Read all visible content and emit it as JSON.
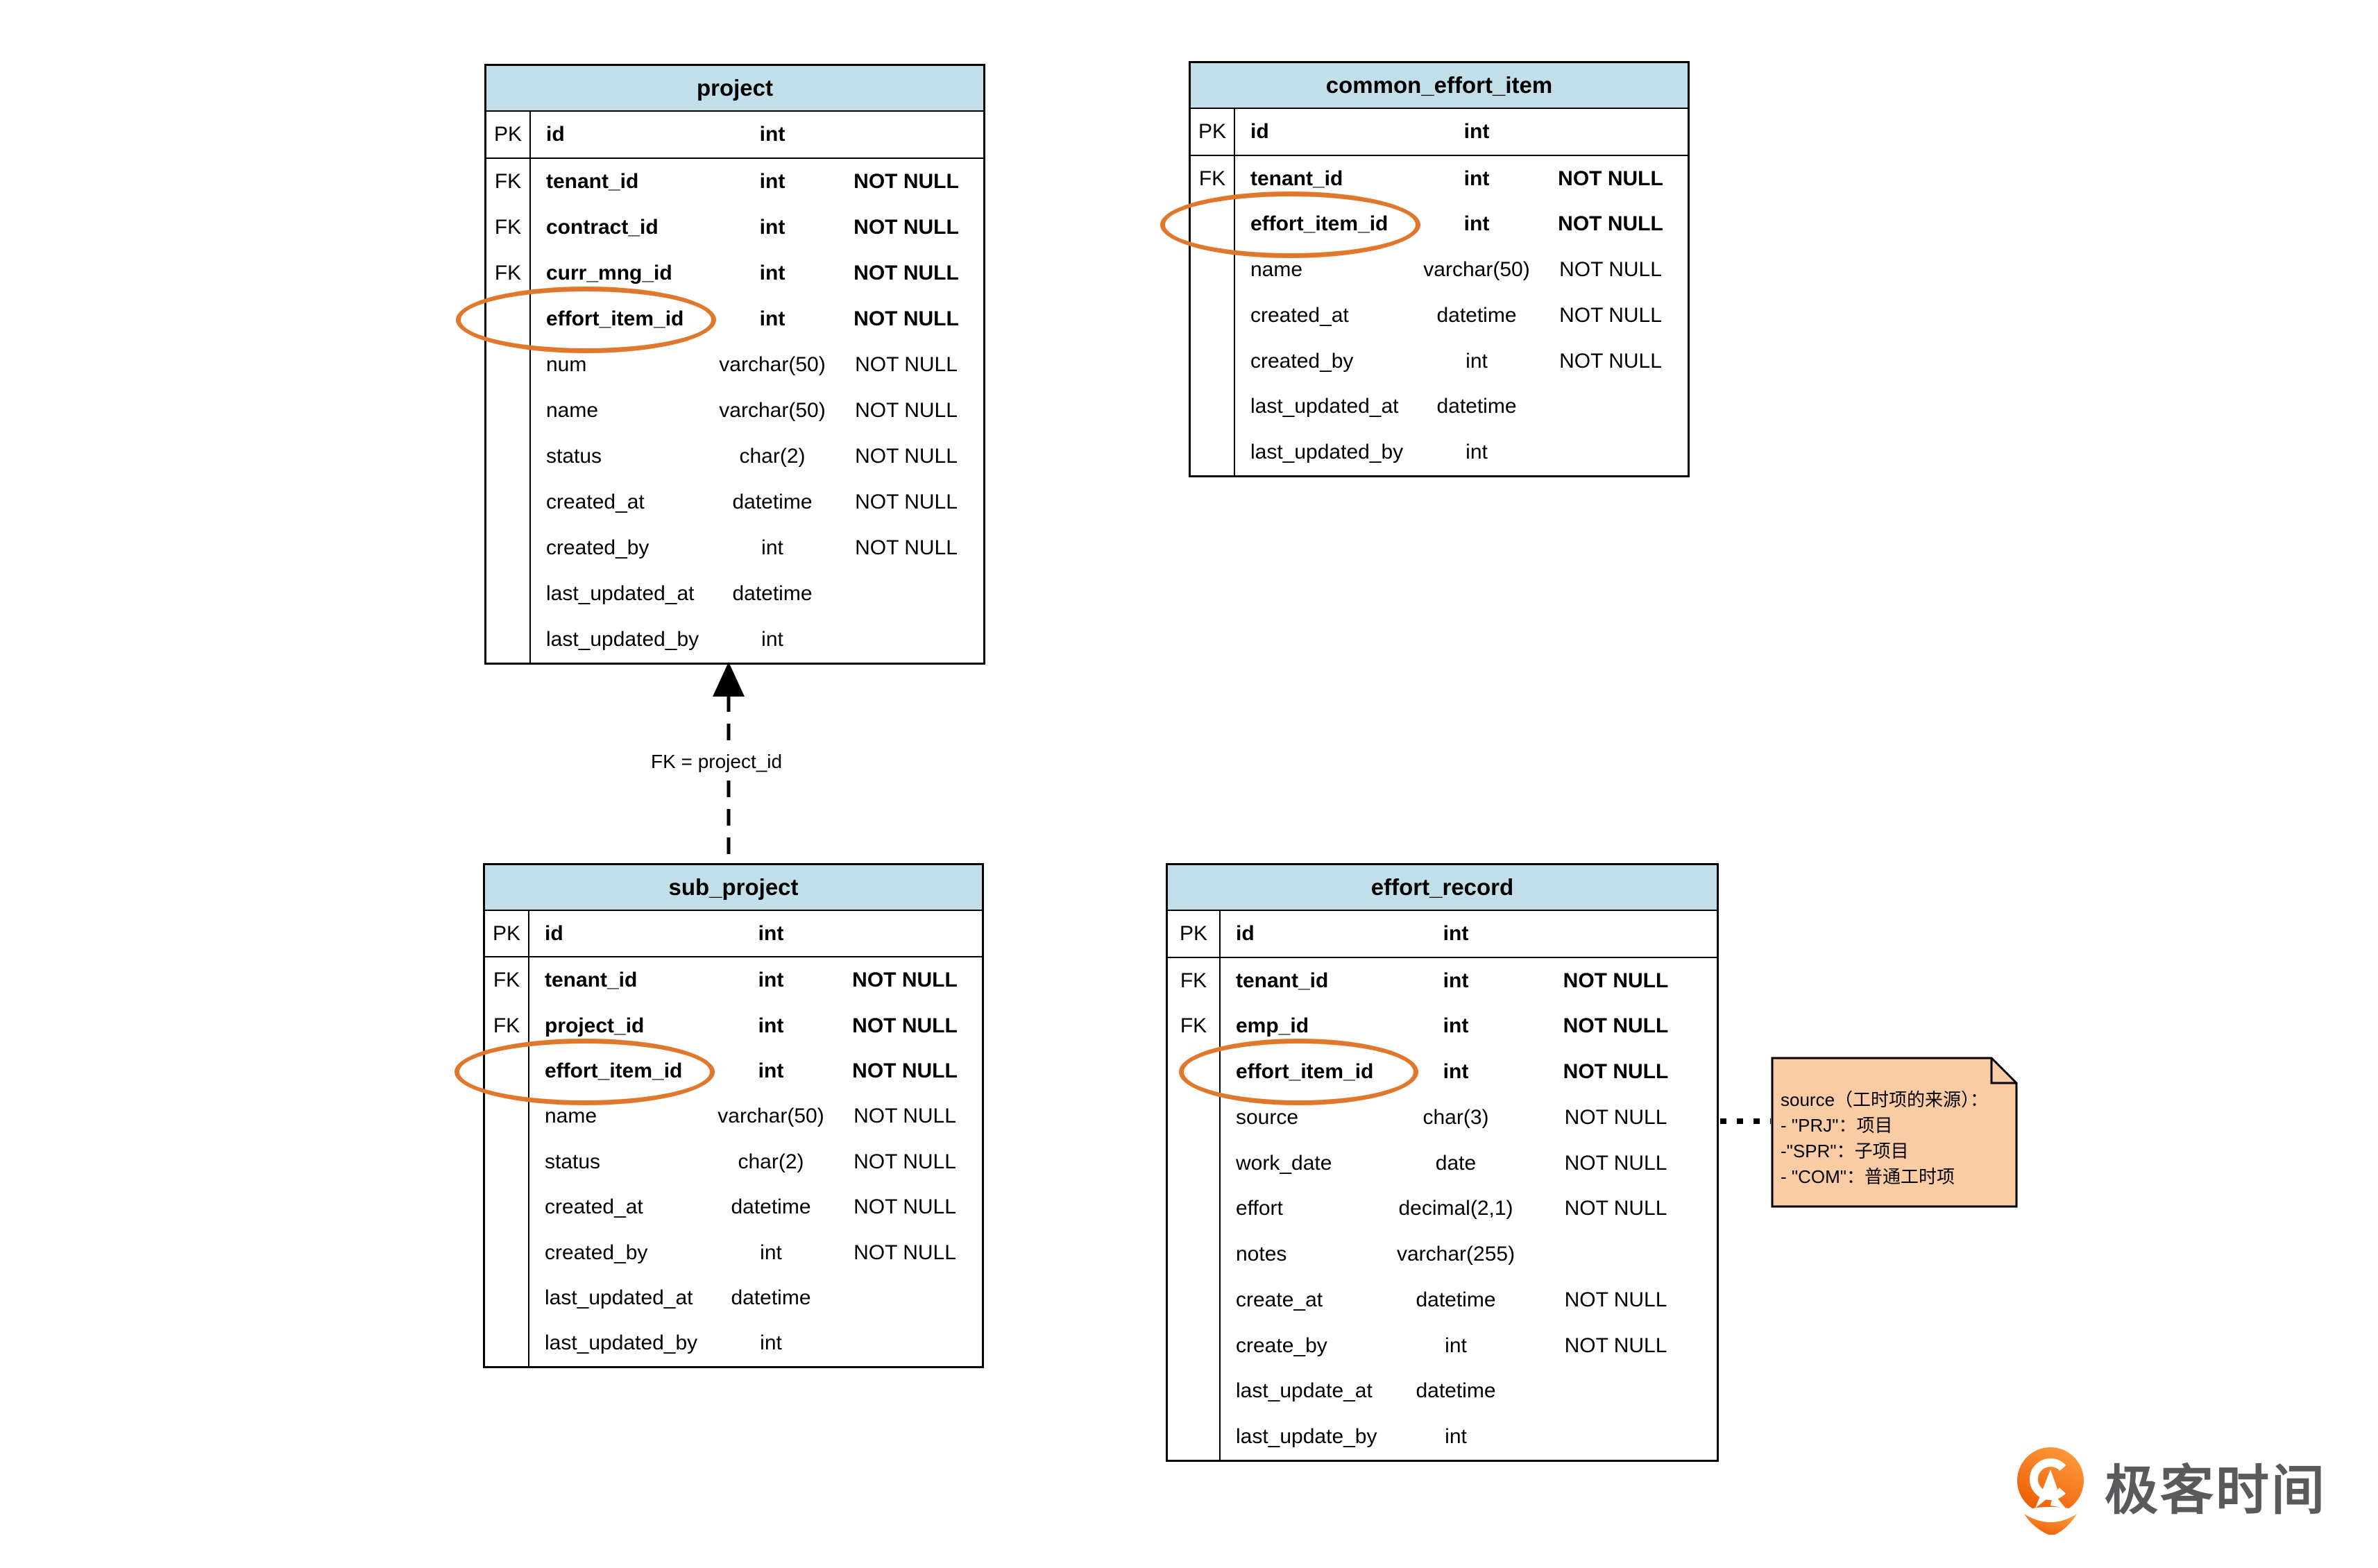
{
  "colors": {
    "header_fill": "#C2DEE9",
    "ellipse_orange": "#E0772A",
    "note_fill": "#F9CCA4",
    "logo_text": "#595A5C",
    "logo_orange_light": "#FF9B3F",
    "logo_orange_dark": "#EC5B00",
    "line_black": "#000000"
  },
  "tables": {
    "project": {
      "title": "project",
      "circled_field": "effort_item_id",
      "rows": [
        {
          "key": "PK",
          "name": "id",
          "type": "int",
          "null": "",
          "bold": true,
          "sep": true
        },
        {
          "key": "FK",
          "name": "tenant_id",
          "type": "int",
          "null": "NOT NULL",
          "bold": true
        },
        {
          "key": "FK",
          "name": "contract_id",
          "type": "int",
          "null": "NOT NULL",
          "bold": true
        },
        {
          "key": "FK",
          "name": "curr_mng_id",
          "type": "int",
          "null": "NOT NULL",
          "bold": true
        },
        {
          "key": "",
          "name": "effort_item_id",
          "type": "int",
          "null": "NOT NULL",
          "bold": true
        },
        {
          "key": "",
          "name": "num",
          "type": "varchar(50)",
          "null": "NOT NULL"
        },
        {
          "key": "",
          "name": "name",
          "type": "varchar(50)",
          "null": "NOT NULL"
        },
        {
          "key": "",
          "name": "status",
          "type": "char(2)",
          "null": "NOT NULL"
        },
        {
          "key": "",
          "name": "created_at",
          "type": "datetime",
          "null": "NOT NULL"
        },
        {
          "key": "",
          "name": "created_by",
          "type": "int",
          "null": "NOT NULL"
        },
        {
          "key": "",
          "name": "last_updated_at",
          "type": "datetime",
          "null": ""
        },
        {
          "key": "",
          "name": "last_updated_by",
          "type": "int",
          "null": ""
        }
      ]
    },
    "common_effort_item": {
      "title": "common_effort_item",
      "circled_field": "effort_item_id",
      "rows": [
        {
          "key": "PK",
          "name": "id",
          "type": "int",
          "null": "",
          "bold": true,
          "sep": true
        },
        {
          "key": "FK",
          "name": "tenant_id",
          "type": "int",
          "null": "NOT NULL",
          "bold": true
        },
        {
          "key": "",
          "name": "effort_item_id",
          "type": "int",
          "null": "NOT NULL",
          "bold": true
        },
        {
          "key": "",
          "name": "name",
          "type": "varchar(50)",
          "null": "NOT NULL"
        },
        {
          "key": "",
          "name": "created_at",
          "type": "datetime",
          "null": "NOT NULL"
        },
        {
          "key": "",
          "name": "created_by",
          "type": "int",
          "null": "NOT NULL"
        },
        {
          "key": "",
          "name": "last_updated_at",
          "type": "datetime",
          "null": ""
        },
        {
          "key": "",
          "name": "last_updated_by",
          "type": "int",
          "null": ""
        }
      ]
    },
    "sub_project": {
      "title": "sub_project",
      "circled_field": "effort_item_id",
      "rows": [
        {
          "key": "PK",
          "name": "id",
          "type": "int",
          "null": "",
          "bold": true,
          "sep": true
        },
        {
          "key": "FK",
          "name": "tenant_id",
          "type": "int",
          "null": "NOT NULL",
          "bold": true
        },
        {
          "key": "FK",
          "name": "project_id",
          "type": "int",
          "null": "NOT NULL",
          "bold": true
        },
        {
          "key": "",
          "name": "effort_item_id",
          "type": "int",
          "null": "NOT NULL",
          "bold": true
        },
        {
          "key": "",
          "name": "name",
          "type": "varchar(50)",
          "null": "NOT NULL"
        },
        {
          "key": "",
          "name": "status",
          "type": "char(2)",
          "null": "NOT NULL"
        },
        {
          "key": "",
          "name": "created_at",
          "type": "datetime",
          "null": "NOT NULL"
        },
        {
          "key": "",
          "name": "created_by",
          "type": "int",
          "null": "NOT NULL"
        },
        {
          "key": "",
          "name": "last_updated_at",
          "type": "datetime",
          "null": ""
        },
        {
          "key": "",
          "name": "last_updated_by",
          "type": "int",
          "null": ""
        }
      ]
    },
    "effort_record": {
      "title": "effort_record",
      "circled_field": "effort_item_id",
      "rows": [
        {
          "key": "PK",
          "name": "id",
          "type": "int",
          "null": "",
          "bold": true,
          "sep": true
        },
        {
          "key": "FK",
          "name": "tenant_id",
          "type": "int",
          "null": "NOT NULL",
          "bold": true
        },
        {
          "key": "FK",
          "name": "emp_id",
          "type": "int",
          "null": "NOT NULL",
          "bold": true
        },
        {
          "key": "",
          "name": "effort_item_id",
          "type": "int",
          "null": "NOT NULL",
          "bold": true
        },
        {
          "key": "",
          "name": "source",
          "type": "char(3)",
          "null": "NOT NULL"
        },
        {
          "key": "",
          "name": "work_date",
          "type": "date",
          "null": "NOT NULL"
        },
        {
          "key": "",
          "name": "effort",
          "type": "decimal(2,1)",
          "null": "NOT NULL"
        },
        {
          "key": "",
          "name": "notes",
          "type": "varchar(255)",
          "null": ""
        },
        {
          "key": "",
          "name": "create_at",
          "type": "datetime",
          "null": "NOT NULL"
        },
        {
          "key": "",
          "name": "create_by",
          "type": "int",
          "null": "NOT NULL"
        },
        {
          "key": "",
          "name": "last_update_at",
          "type": "datetime",
          "null": ""
        },
        {
          "key": "",
          "name": "last_update_by",
          "type": "int",
          "null": ""
        }
      ]
    }
  },
  "relationship": {
    "from": "sub_project",
    "to": "project",
    "label": "FK = project_id"
  },
  "note": {
    "attached_field": "source",
    "lines": [
      "source（工时项的来源）：",
      "- \"PRJ\"：项目",
      "-\"SPR\"：子项目",
      "- \"COM\"：普通工时项"
    ]
  },
  "logo": {
    "text": "极客时间"
  }
}
